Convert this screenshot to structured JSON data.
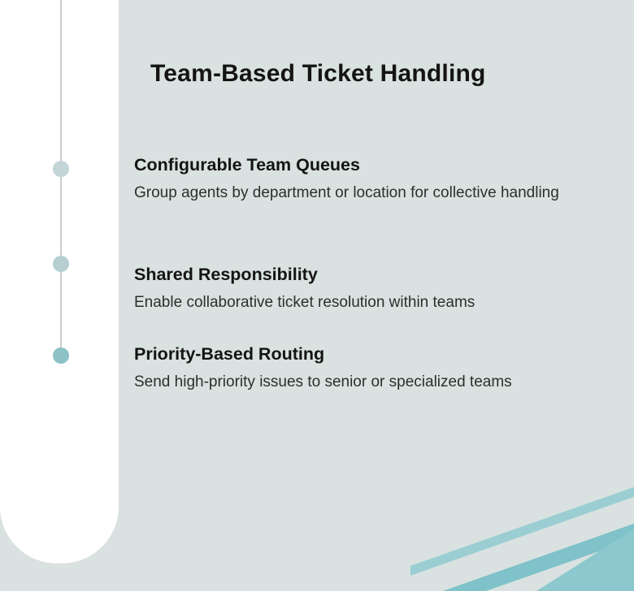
{
  "page": {
    "title": "Team-Based Ticket Handling"
  },
  "timeline": {
    "items": [
      {
        "heading": "Configurable Team Queues",
        "description": "Group agents by department or location for collective handling",
        "dot_color": "#c3d5d7"
      },
      {
        "heading": "Shared Responsibility",
        "description": "Enable collaborative ticket resolution within teams",
        "dot_color": "#b6ced1"
      },
      {
        "heading": "Priority-Based Routing",
        "description": "Send high-priority issues to senior or specialized teams",
        "dot_color": "#8cc2c5"
      }
    ]
  },
  "colors": {
    "background": "#d9e2e0",
    "panel": "#ffffff",
    "timeline_line": "#c9cdcc",
    "accent_teal": "#82c3ca"
  }
}
